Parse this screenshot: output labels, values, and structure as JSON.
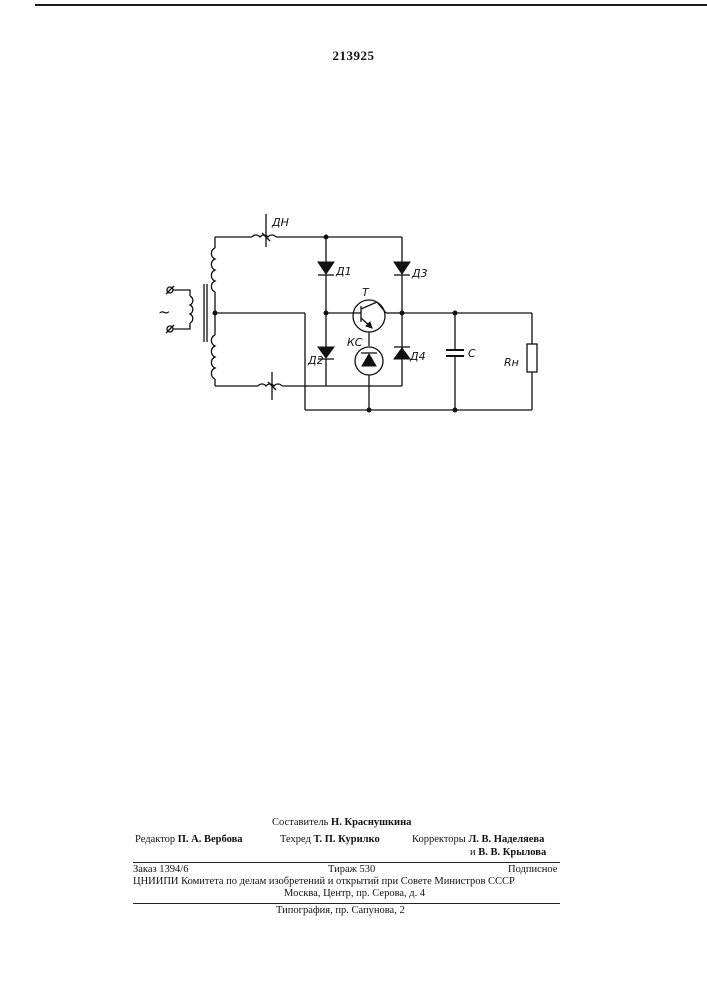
{
  "patent_number": "213925",
  "circuit": {
    "labels": {
      "choke": "ДН",
      "d1": "Д1",
      "d2": "Д2",
      "d3": "Д3",
      "d4": "Д4",
      "transistor": "Т",
      "zener": "КС",
      "capacitor": "С",
      "load": "Rн",
      "ac_source": "~"
    }
  },
  "footer": {
    "compiler_label": "Составитель",
    "compiler_name": "Н. Краснушкина",
    "editor_label": "Редактор",
    "editor_name": "П. А. Вербова",
    "techred_label": "Техред",
    "techred_name": "Т. П. Курилко",
    "correctors_label": "Корректоры",
    "corrector1_name": "Л. В. Наделяева",
    "corrector_conj": "и",
    "corrector2_name": "В. В. Крылова",
    "order": "Заказ 1394/6",
    "circulation": "Тираж 530",
    "subscription": "Подписное",
    "institute": "ЦНИИПИ Комитета по делам изобретений и открытий при Совете Министров СССР",
    "address": "Москва, Центр, пр. Серова, д. 4",
    "printing": "Типография, пр. Сапунова, 2"
  }
}
